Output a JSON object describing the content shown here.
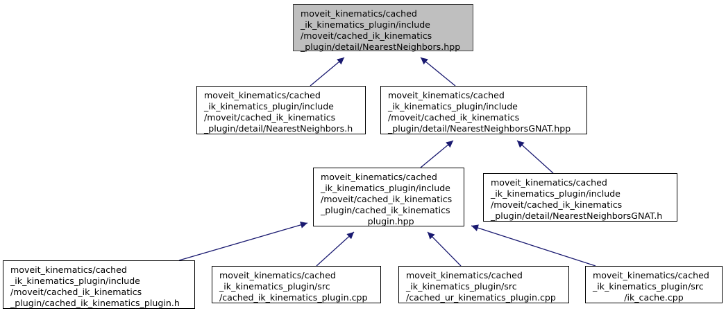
{
  "diagram": {
    "type": "include-dependency-graph",
    "edge_color": "#191970",
    "root_fill": "#bfbfbf",
    "nodes": {
      "root": {
        "lines": [
          "moveit_kinematics/cached",
          "_ik_kinematics_plugin/include",
          "/moveit/cached_ik_kinematics",
          "_plugin/detail/NearestNeighbors.hpp"
        ]
      },
      "nn_h": {
        "lines": [
          "moveit_kinematics/cached",
          "_ik_kinematics_plugin/include",
          "/moveit/cached_ik_kinematics",
          "_plugin/detail/NearestNeighbors.h"
        ]
      },
      "gnat_hpp": {
        "lines": [
          "moveit_kinematics/cached",
          "_ik_kinematics_plugin/include",
          "/moveit/cached_ik_kinematics",
          "_plugin/detail/NearestNeighborsGNAT.hpp"
        ]
      },
      "plugin_hpp": {
        "lines": [
          "moveit_kinematics/cached",
          "_ik_kinematics_plugin/include",
          "/moveit/cached_ik_kinematics",
          "_plugin/cached_ik_kinematics",
          "_plugin.hpp"
        ]
      },
      "gnat_h": {
        "lines": [
          "moveit_kinematics/cached",
          "_ik_kinematics_plugin/include",
          "/moveit/cached_ik_kinematics",
          "_plugin/detail/NearestNeighborsGNAT.h"
        ]
      },
      "plugin_h": {
        "lines": [
          "moveit_kinematics/cached",
          "_ik_kinematics_plugin/include",
          "/moveit/cached_ik_kinematics",
          "_plugin/cached_ik_kinematics_plugin.h"
        ]
      },
      "plugin_cpp": {
        "lines": [
          "moveit_kinematics/cached",
          "_ik_kinematics_plugin/src",
          "/cached_ik_kinematics_plugin.cpp"
        ]
      },
      "ur_cpp": {
        "lines": [
          "moveit_kinematics/cached",
          "_ik_kinematics_plugin/src",
          "/cached_ur_kinematics_plugin.cpp"
        ]
      },
      "cache_cpp": {
        "lines": [
          "moveit_kinematics/cached",
          "_ik_kinematics_plugin/src",
          "/ik_cache.cpp"
        ]
      }
    },
    "edges": [
      {
        "from": "nn_h",
        "to": "root"
      },
      {
        "from": "gnat_hpp",
        "to": "root"
      },
      {
        "from": "plugin_hpp",
        "to": "gnat_hpp"
      },
      {
        "from": "gnat_h",
        "to": "gnat_hpp"
      },
      {
        "from": "plugin_h",
        "to": "plugin_hpp"
      },
      {
        "from": "plugin_cpp",
        "to": "plugin_hpp"
      },
      {
        "from": "ur_cpp",
        "to": "plugin_hpp"
      },
      {
        "from": "cache_cpp",
        "to": "plugin_hpp"
      }
    ]
  }
}
